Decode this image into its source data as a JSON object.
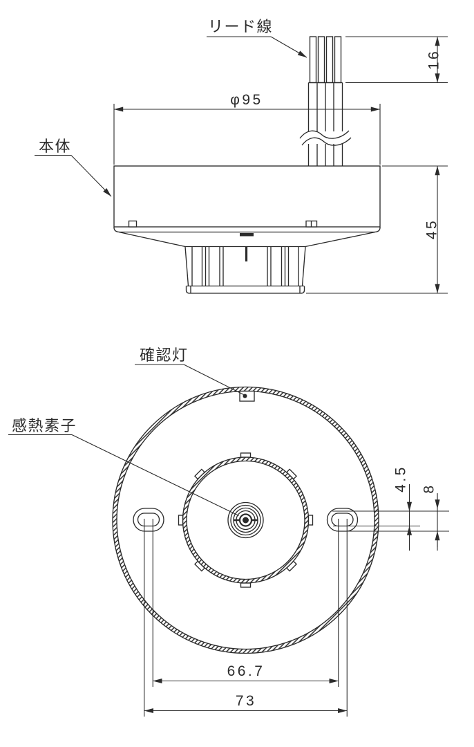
{
  "drawing": {
    "background": "#ffffff",
    "line_color": "#2b2b2b",
    "side_view": {
      "labels": {
        "lead_wire": "リード線",
        "body": "本体"
      },
      "dimensions": {
        "lead_wire_length": "16",
        "body_diameter": "φ95",
        "overall_height": "45"
      }
    },
    "bottom_view": {
      "labels": {
        "confirmation_lamp": "確認灯",
        "heat_sensing_element": "感熱素子"
      },
      "dimensions": {
        "slot_inner_width": "4.5",
        "slot_outer_width": "8",
        "mounting_pitch_inner": "66.7",
        "mounting_pitch_outer": "73"
      }
    }
  }
}
